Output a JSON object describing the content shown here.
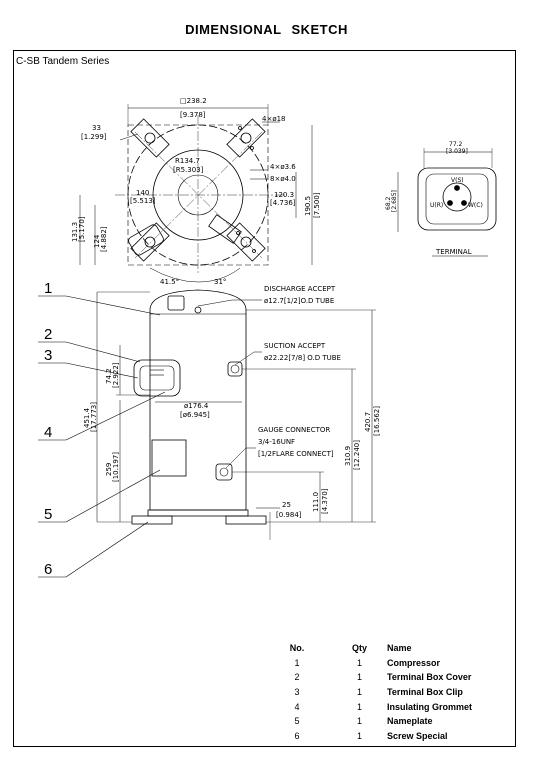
{
  "title": "DIMENSIONAL   SKETCH",
  "series": "C-SB  Tandem  Series",
  "top_view": {
    "dims": [
      "□238.2",
      "[9.378]",
      "33",
      "[1.299]",
      "R134.7",
      "[R5.303]",
      "140",
      "[5.513]",
      "131.3",
      "[5.170]",
      "124",
      "[4.882]",
      "4×ø18",
      "4×ø3.6",
      "8×ø4.0",
      "120.3",
      "[4.736]",
      "190.5",
      "[7.500]",
      "41.5°",
      "31°"
    ]
  },
  "terminal": {
    "label": "TERMINAL",
    "dims": [
      "77.2",
      "[3.039]",
      "68.2",
      "[2.685]"
    ],
    "pins": [
      "V(S)",
      "U(R)",
      "W(C)"
    ]
  },
  "side_view": {
    "discharge": [
      "DISCHARGE ACCEPT",
      "ø12.7[1/2]O.D TUBE"
    ],
    "suction": [
      "SUCTION ACCEPT",
      "ø22.22[7/8] O.D TUBE"
    ],
    "gauge": [
      "GAUGE CONNECTOR",
      "3/4-16UNF",
      "[1/2FLARE CONNECT]"
    ],
    "dims": [
      "ø176.4",
      "[ø6.945]",
      "74.2",
      "[2.922]",
      "451.4",
      "[17.773]",
      "259",
      "[10.197]",
      "420.7",
      "[16.562]",
      "310.9",
      "[12.240]",
      "111.0",
      "[4.370]",
      "25",
      "[0.984]"
    ]
  },
  "callouts": [
    "1",
    "2",
    "3",
    "4",
    "5",
    "6"
  ],
  "parts": {
    "headers": [
      "No.",
      "Qty",
      "Name"
    ],
    "rows": [
      {
        "no": "1",
        "qty": "1",
        "name": "Compressor"
      },
      {
        "no": "2",
        "qty": "1",
        "name": "Terminal Box Cover"
      },
      {
        "no": "3",
        "qty": "1",
        "name": "Terminal Box Clip"
      },
      {
        "no": "4",
        "qty": "1",
        "name": "Insulating  Grommet"
      },
      {
        "no": "5",
        "qty": "1",
        "name": "Nameplate"
      },
      {
        "no": "6",
        "qty": "1",
        "name": "Screw Special"
      }
    ]
  }
}
